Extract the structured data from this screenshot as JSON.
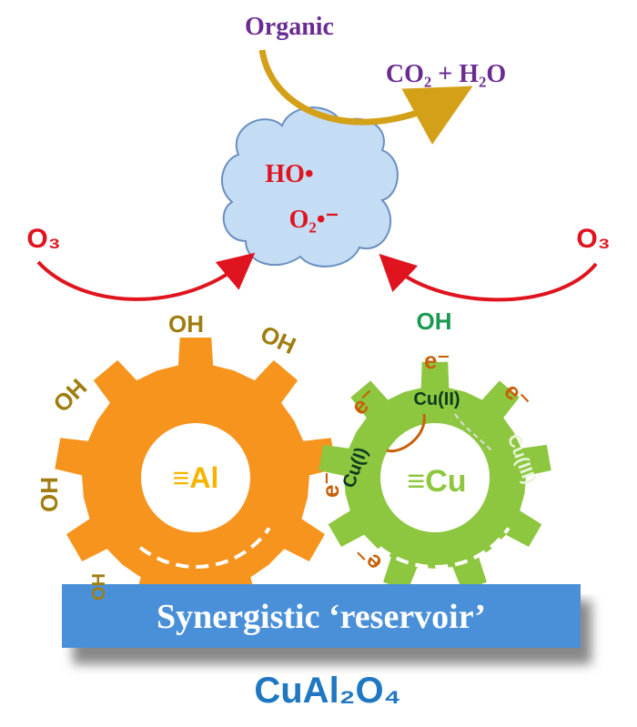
{
  "top": {
    "organic": "Organic",
    "products": "CO₂ + H₂O"
  },
  "cloud": {
    "radical1": "HO•",
    "radical2": "O₂•⁻"
  },
  "ozone": {
    "left": "O₃",
    "right": "O₃"
  },
  "al_gear": {
    "label": "≡Al",
    "hydroxyl": "OH"
  },
  "cu_gear": {
    "label": "≡Cu",
    "hydroxyl": "OH",
    "electron": "e⁻",
    "cu1": "Cu(I)",
    "cu2": "Cu(II)",
    "cu3": "Cu(III)"
  },
  "base": {
    "reservoir": "Synergistic ‘reservoir’",
    "material": "CuAl₂O₄"
  },
  "colors": {
    "al": "#f7941d",
    "cu": "#8dc63f",
    "blue": "#4a90d9",
    "red": "#e0141e",
    "purple": "#6a2c91",
    "gold": "#d4a017",
    "oh_al": "#a07d10",
    "oh_cu": "#1a9a50",
    "electron": "#c8600a",
    "material": "#1f78c1"
  }
}
